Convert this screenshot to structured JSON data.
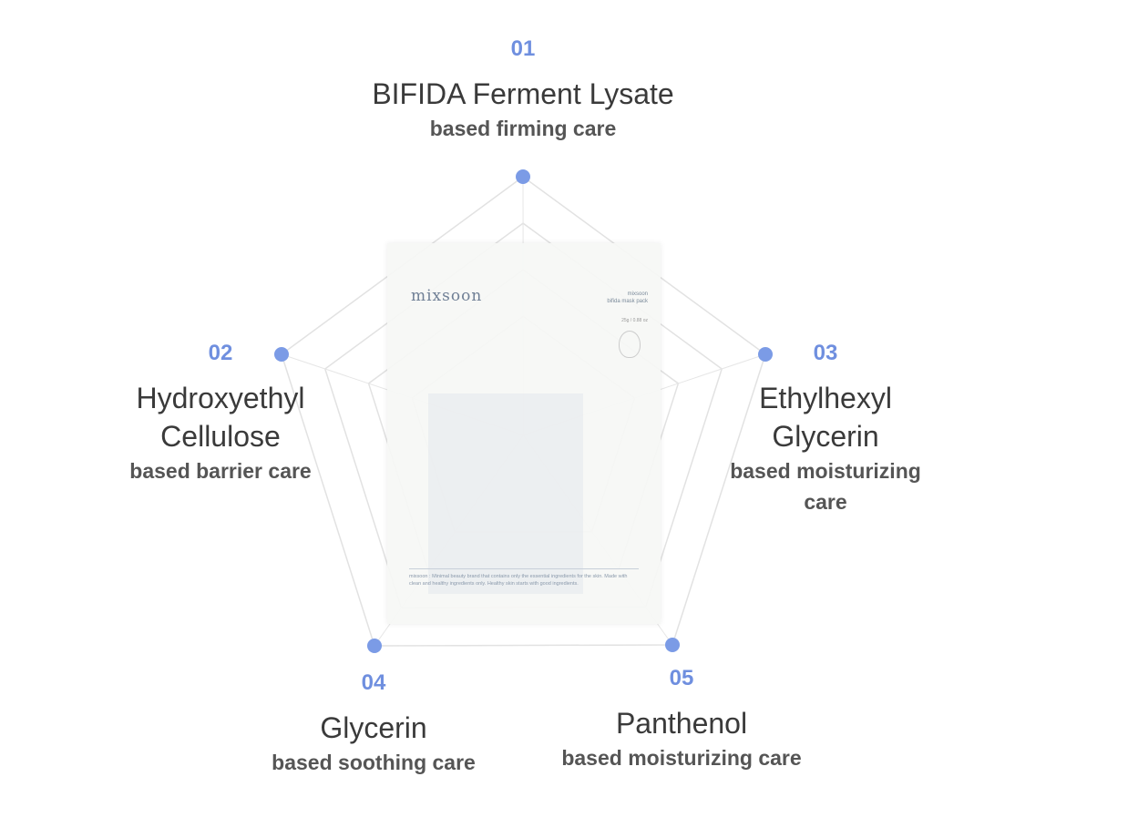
{
  "accent_color": "#7b9be6",
  "axes": [
    {
      "number": "01",
      "name": [
        "BIFIDA Ferment Lysate"
      ],
      "desc": [
        "based firming care"
      ]
    },
    {
      "number": "02",
      "name": [
        "Hydroxyethyl",
        "Cellulose"
      ],
      "desc": [
        "based barrier care"
      ]
    },
    {
      "number": "03",
      "name": [
        "Ethylhexyl",
        "Glycerin"
      ],
      "desc": [
        "based moisturizing",
        "care"
      ]
    },
    {
      "number": "04",
      "name": [
        "Glycerin"
      ],
      "desc": [
        "based soothing care"
      ]
    },
    {
      "number": "05",
      "name": [
        "Panthenol"
      ],
      "desc": [
        "based moisturizing care"
      ]
    }
  ],
  "product": {
    "brand": "mixsoon",
    "product_name": [
      "mixsoon",
      "bifida mask pack"
    ],
    "weight": "25g / 0.88 oz",
    "tagline": "mixsoon : Minimal beauty brand that contains only the essential ingredients for the skin. Made with clean and healthy ingredients only. Healthy skin starts with good ingredients."
  }
}
